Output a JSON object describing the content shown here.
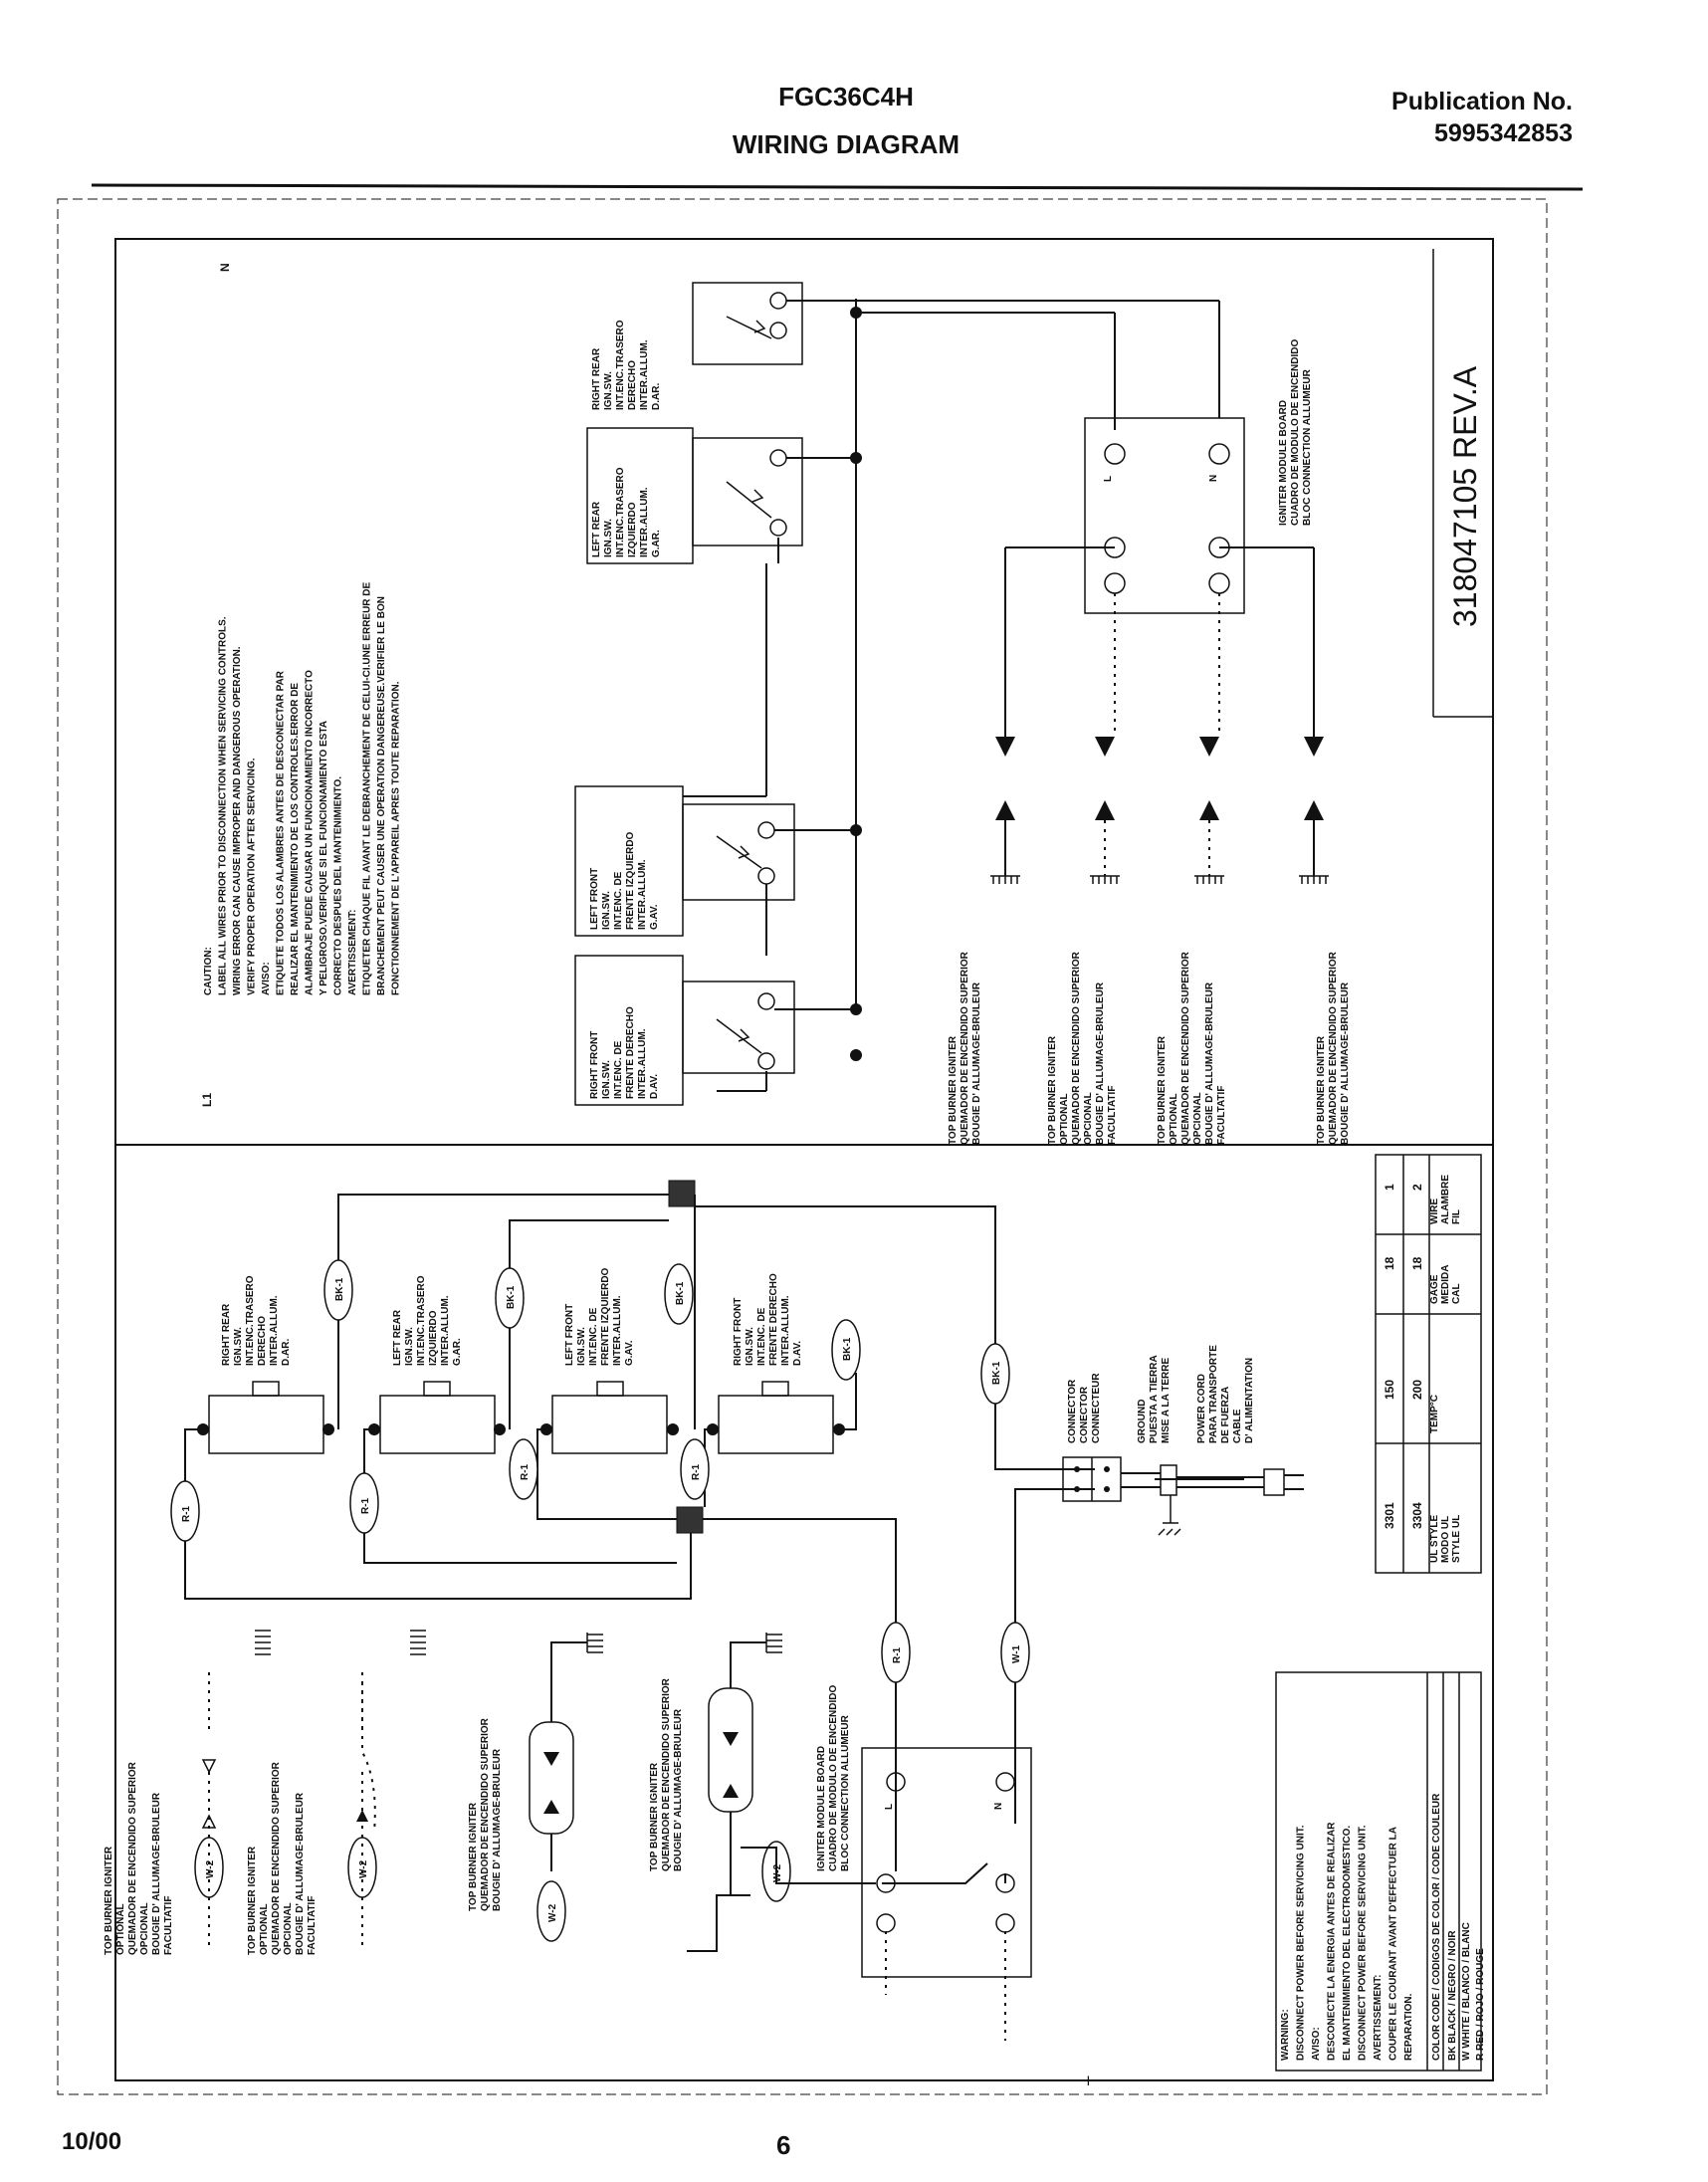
{
  "header": {
    "model": "FGC36C4H",
    "title": "WIRING DIAGRAM",
    "publication_label": "Publication No.",
    "publication_number": "5995342853"
  },
  "footer": {
    "date": "10/00",
    "page": "6"
  },
  "part_number": "318047105 REV.A",
  "side_labels": {
    "n": "N",
    "l1": "L1"
  },
  "caution": {
    "lines": [
      "CAUTION:",
      "LABEL ALL WIRES PRIOR TO DISCONNECTION WHEN SERVICING CONTROLS.",
      "WIRING ERROR CAN CAUSE IMPROPER AND DANGEROUS OPERATION.",
      "VERIFY PROPER OPERATION AFTER SERVICING.",
      "AVISO:",
      "ETIQUETE TODOS LOS ALAMBRES ANTES DE DESCONECTAR PAR",
      "REALIZAR EL MANTENIMIENTO DE LOS CONTROLES.ERROR DE",
      "ALAMBRAJE PUEDE CAUSAR UN FUNCIONAMIENTO INCORRECTO",
      "Y PELIGROSO.VERIFIQUE SI EL FUNCIONAMIENTO ESTA",
      "CORRECTO DESPUES DEL MANTENIMIENTO.",
      "AVERTISSEMENT:",
      "ETIQUETER CHAQUE FIL AVANT LE DEBRANCHEMENT DE CELUI-CI.UNE ERREUR DE",
      "BRANCHEMENT PEUT CAUSER UNE OPERATION DANGEREUSE.VERIFIER LE BON",
      "FONCTIONNEMENT DE L'APPAREIL APRES TOUTE REPARATION."
    ]
  },
  "switches": [
    {
      "id": "right-rear",
      "lines": [
        "RIGHT REAR",
        "IGN.SW.",
        "INT.ENC.TRASERO",
        "DERECHO",
        "INTER.ALLUM.",
        "D.AR."
      ]
    },
    {
      "id": "left-rear",
      "lines": [
        "LEFT REAR",
        "IGN.SW.",
        "INT.ENC.TRASERO",
        "IZQUIERDO",
        "INTER.ALLUM.",
        "G.AR."
      ]
    },
    {
      "id": "left-front",
      "lines": [
        "LEFT FRONT",
        "IGN.SW.",
        "INT.ENC. DE",
        "FRENTE IZQUIERDO",
        "INTER.ALLUM.",
        "G.AV."
      ]
    },
    {
      "id": "right-front",
      "lines": [
        "RIGHT FRONT",
        "IGN.SW.",
        "INT.ENC. DE",
        "FRENTE DERECHO",
        "INTER.ALLUM.",
        "D.AV."
      ]
    }
  ],
  "module_board": {
    "lines": [
      "IGNITER MODULE BOARD",
      "CUADRO DE MODULO DE ENCENDIDO",
      "BLOC CONNECTION ALLUMEUR"
    ],
    "l": "L",
    "n": "N"
  },
  "igniters_top": [
    {
      "lines": [
        "TOP BURNER IGNITER",
        "QUEMADOR DE ENCENDIDO SUPERIOR",
        "BOUGIE D' ALLUMAGE-BRULEUR"
      ]
    },
    {
      "lines": [
        "TOP BURNER IGNITER",
        "OPTIONAL",
        "QUEMADOR DE ENCENDIDO SUPERIOR",
        "OPCIONAL",
        "BOUGIE D' ALLUMAGE-BRULEUR",
        "FACULTATIF"
      ]
    },
    {
      "lines": [
        "TOP BURNER IGNITER",
        "OPTIONAL",
        "QUEMADOR DE ENCENDIDO SUPERIOR",
        "OPCIONAL",
        "BOUGIE D' ALLUMAGE-BRULEUR",
        "FACULTATIF"
      ]
    },
    {
      "lines": [
        "TOP BURNER IGNITER",
        "QUEMADOR DE ENCENDIDO SUPERIOR",
        "BOUGIE D' ALLUMAGE-BRULEUR"
      ]
    }
  ],
  "igniters_bottom": [
    {
      "lines": [
        "TOP BURNER IGNITER",
        "OPTIONAL",
        "QUEMADOR DE ENCENDIDO SUPERIOR",
        "OPCIONAL",
        "BOUGIE D' ALLUMAGE-BRULEUR",
        "FACULTATIF"
      ]
    },
    {
      "lines": [
        "TOP BURNER IGNITER",
        "OPTIONAL",
        "QUEMADOR DE ENCENDIDO SUPERIOR",
        "OPCIONAL",
        "BOUGIE D' ALLUMAGE-BRULEUR",
        "FACULTATIF"
      ]
    },
    {
      "lines": [
        "TOP BURNER IGNITER",
        "QUEMADOR DE ENCENDIDO SUPERIOR",
        "BOUGIE D' ALLUMAGE-BRULEUR"
      ]
    },
    {
      "lines": [
        "TOP BURNER IGNITER",
        "QUEMADOR DE ENCENDIDO SUPERIOR",
        "BOUGIE D' ALLUMAGE-BRULEUR"
      ]
    }
  ],
  "wire_tags": {
    "bk1": "BK-1",
    "r1": "R-1",
    "w1": "W-1",
    "w2": "W-2"
  },
  "connector": {
    "lines": [
      "CONNECTOR",
      "CONECTOR",
      "CONNECTEUR"
    ]
  },
  "ground": {
    "lines": [
      "GROUND",
      "PUESTA A TIERRA",
      "MISE A LA TERRE"
    ]
  },
  "power_cord": {
    "lines": [
      "POWER CORD",
      "PARA TRANSPORTE",
      "DE FUERZA",
      "CABLE",
      "D' ALIMENTATION"
    ]
  },
  "wire_table": {
    "row_headers": [
      [
        "WIRE",
        "ALAMBRE",
        "FIL"
      ],
      [
        "GAGE",
        "MEDIDA",
        "CAL"
      ],
      [
        "TEMP°C"
      ],
      [
        "UL STYLE",
        "MODO UL",
        "STYLE UL"
      ]
    ],
    "col1": [
      "2",
      "18",
      "200",
      "3304"
    ],
    "col2": [
      "1",
      "18",
      "150",
      "3301"
    ]
  },
  "warning": {
    "lines": [
      "WARNING:",
      "DISCONNECT POWER BEFORE SERVICING UNIT.",
      "AVISO:",
      "DESCONECTE LA ENERGIA ANTES DE REALIZAR",
      "EL MANTENIMIENTO DEL ELECTRODOMESTICO.",
      "DISCONNECT POWER BEFORE SERVICING UNIT.",
      "AVERTISSEMENT:",
      "COUPER LE COURANT AVANT D'EFFECTUER LA",
      "REPARATION."
    ]
  },
  "color_codes": {
    "heading": "COLOR CODE / CODIGOS DE COLOR / CODE COULEUR",
    "lines": [
      "BK BLACK / NEGRO / NOIR",
      "W WHITE / BLANCO / BLANC",
      "R RED / ROJO / ROUGE"
    ]
  }
}
